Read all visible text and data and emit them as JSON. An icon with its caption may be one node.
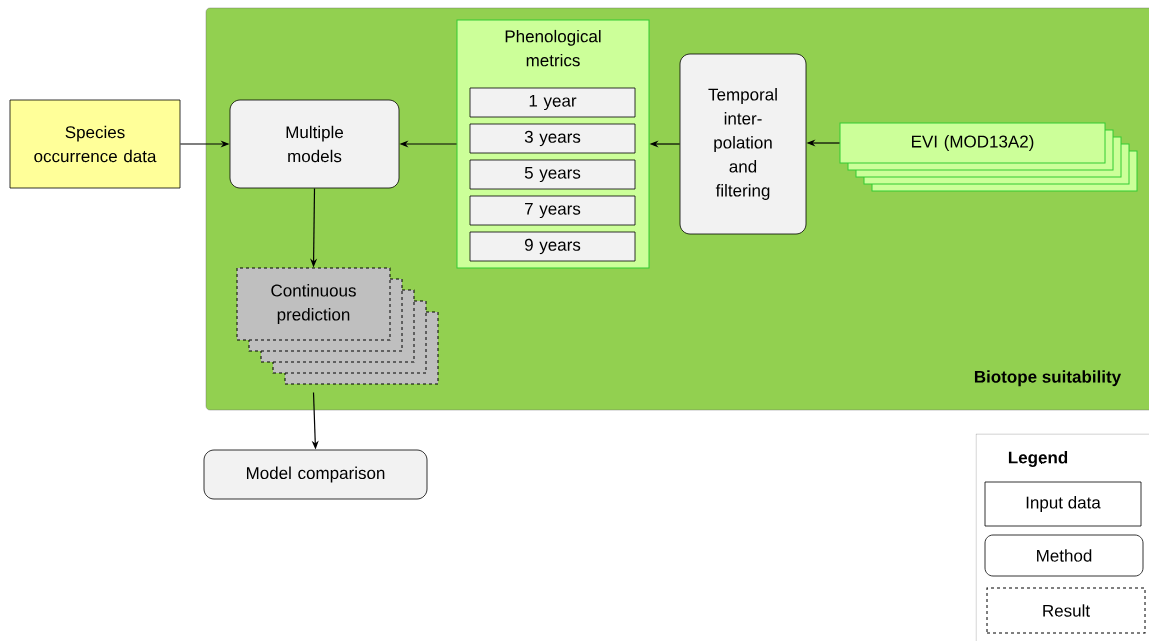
{
  "diagram": {
    "nodes": [
      {
        "text": [
          "Biotope suitability"
        ]
      },
      {
        "text": [
          "Phenological metrics"
        ],
        "in": 0
      },
      {
        "text": [
          "1 year"
        ],
        "in": 1
      },
      {
        "text": [
          "3 years"
        ],
        "in": 1
      },
      {
        "text": [
          "5 years"
        ],
        "in": 1
      },
      {
        "text": [
          "7 years"
        ],
        "in": 1
      },
      {
        "text": [
          "9 years"
        ],
        "in": 1
      },
      {
        "text": [
          "Species occurrence data"
        ]
      },
      {
        "text": [
          "Multiple models"
        ],
        "in": 0
      },
      {
        "text": [
          "Temporal inter-polation and filtering"
        ],
        "in": 0
      },
      {
        "text": [
          "EVI (MOD13A2)"
        ],
        "in": 0
      },
      {
        "text": [
          "Continuous prediction"
        ],
        "in": 0
      },
      {
        "text": [
          "Model comparison"
        ]
      }
    ],
    "edges": [
      {
        "from": 7,
        "to": 8,
        "arrow": "to"
      },
      {
        "from": 1,
        "to": 8,
        "arrow": "to"
      },
      {
        "from": 9,
        "to": 1,
        "arrow": "to"
      },
      {
        "from": 10,
        "to": 9,
        "arrow": "to"
      },
      {
        "from": 8,
        "to": 11,
        "arrow": "to"
      },
      {
        "from": 11,
        "to": 12,
        "arrow": "to"
      }
    ],
    "labels": [
      "Legend"
    ],
    "legend": [
      {
        "text": "Input data"
      },
      {
        "text": "Method"
      },
      {
        "text": "Result"
      }
    ]
  }
}
